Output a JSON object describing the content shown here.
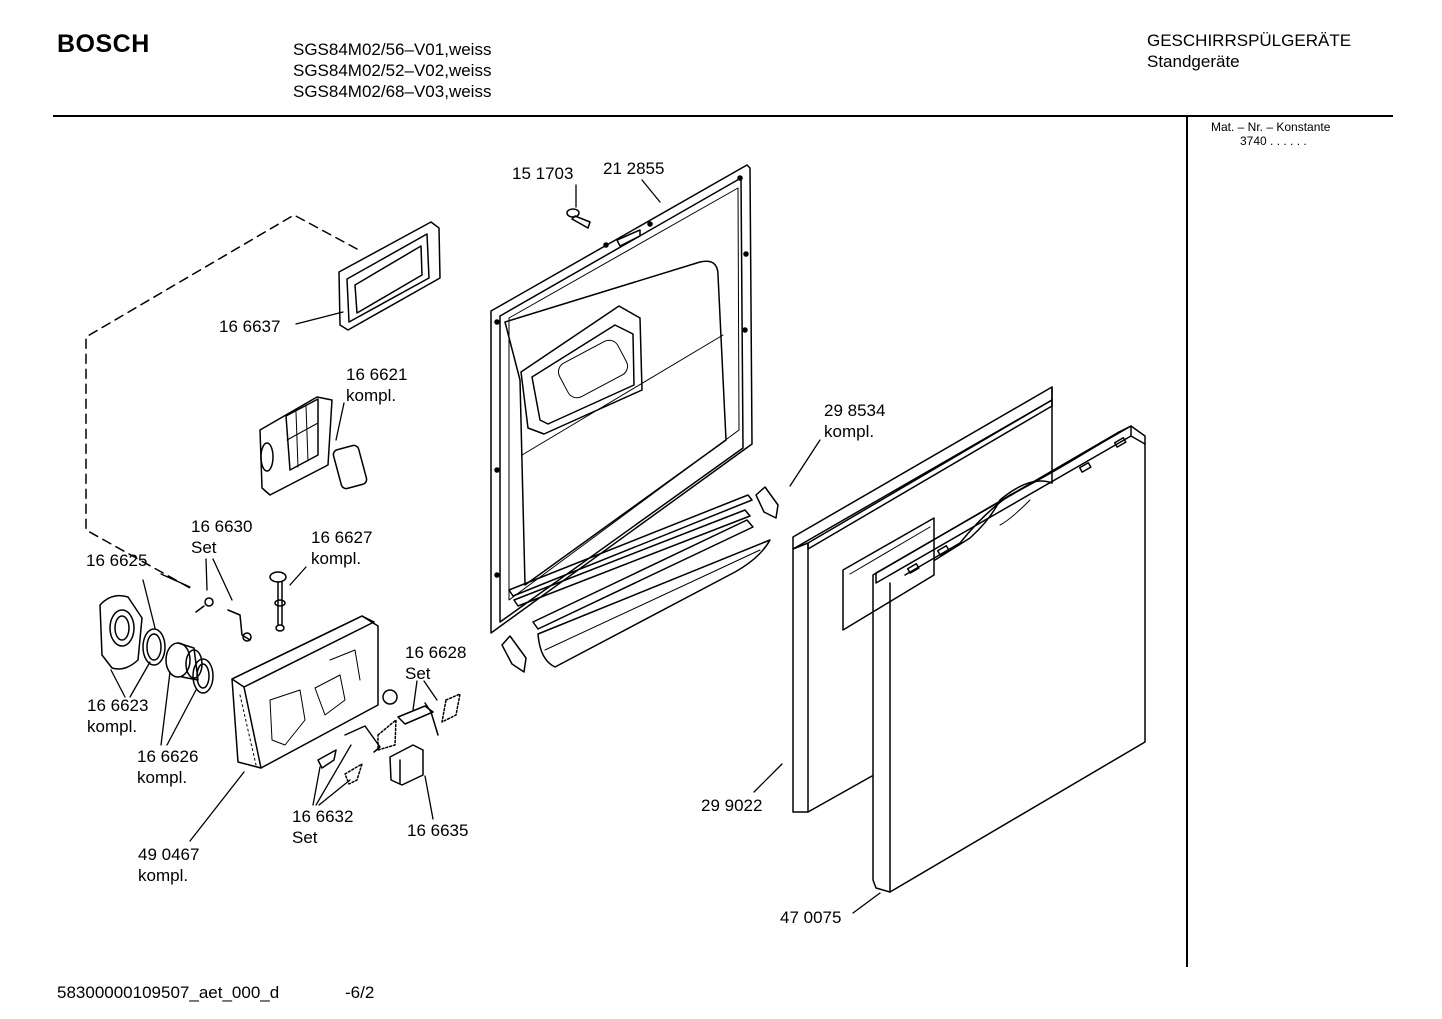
{
  "header": {
    "brand": "BOSCH",
    "models": [
      "SGS84M02/56–V01,weiss",
      "SGS84M02/52–V02,weiss",
      "SGS84M02/68–V03,weiss"
    ],
    "category_line1": "GESCHIRRSPÜLGERÄTE",
    "category_line2": "Standgeräte"
  },
  "side_panel": {
    "heading": "Mat. – Nr. – Konstante",
    "value": "3740 . . . . . ."
  },
  "parts": [
    {
      "number": "15 1703",
      "note": ""
    },
    {
      "number": "21 2855",
      "note": ""
    },
    {
      "number": "16 6637",
      "note": ""
    },
    {
      "number": "16 6621",
      "note": "kompl."
    },
    {
      "number": "29 8534",
      "note": "kompl."
    },
    {
      "number": "16 6630",
      "note": "Set"
    },
    {
      "number": "16 6627",
      "note": "kompl."
    },
    {
      "number": "16 6625",
      "note": ""
    },
    {
      "number": "16 6628",
      "note": "Set"
    },
    {
      "number": "16 6623",
      "note": "kompl."
    },
    {
      "number": "16 6626",
      "note": "kompl."
    },
    {
      "number": "29 9022",
      "note": ""
    },
    {
      "number": "16 6632",
      "note": "Set"
    },
    {
      "number": "16 6635",
      "note": ""
    },
    {
      "number": "49 0467",
      "note": "kompl."
    },
    {
      "number": "47 0075",
      "note": ""
    }
  ],
  "footer": {
    "doc_id": "58300000109507_aet_000_d",
    "page": "-6/2"
  }
}
